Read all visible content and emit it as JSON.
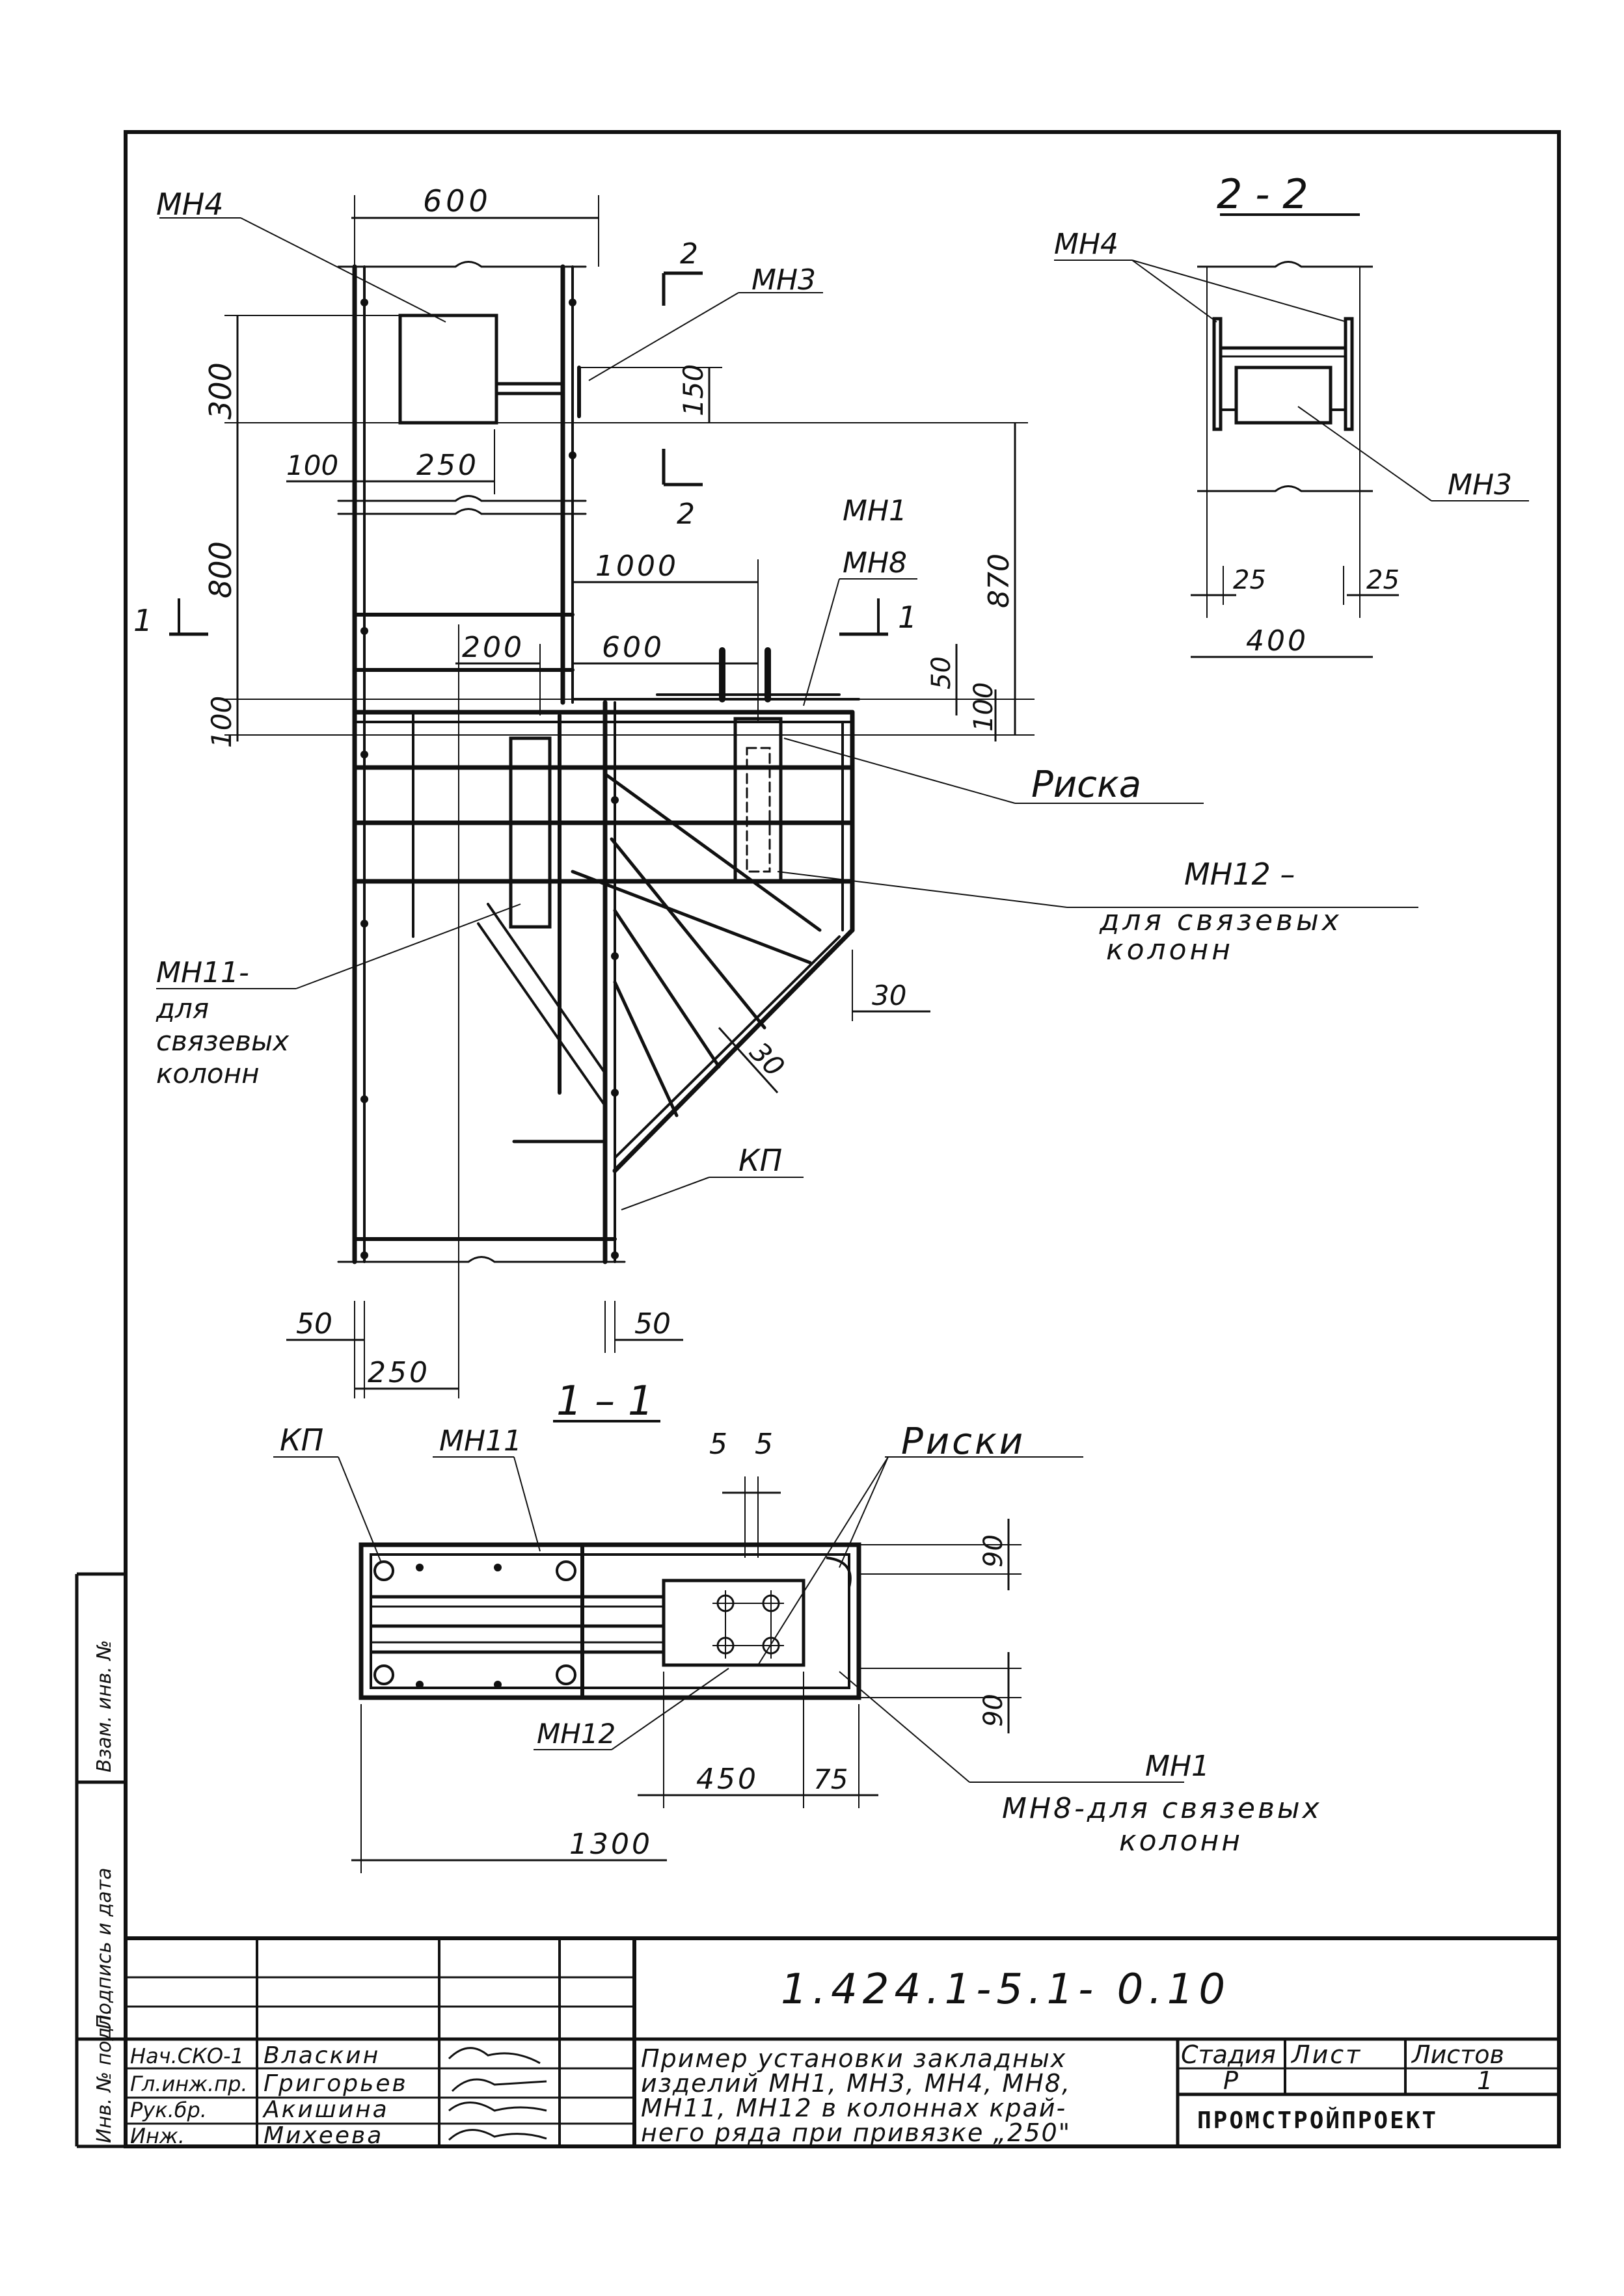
{
  "drawing": {
    "labels": {
      "mn4_top": "МН4",
      "mn3_top": "МН3",
      "mn1": "МН1",
      "mn8": "МН8",
      "riska": "Риска",
      "mn12_note": "МН12 –",
      "mn12_note2": "для связевых",
      "mn12_note3": "колонн",
      "mn11_note": "МН11-",
      "mn11_note2": "для",
      "mn11_note3": "связевых",
      "mn11_note4": "колонн",
      "kp_main": "КП",
      "section_22": "2 - 2",
      "mn4_22": "МН4",
      "mn3_22": "МН3",
      "section_11": "1 – 1",
      "kp_11": "КП",
      "mn11_11": "МН11",
      "riski": "Риски",
      "mn12_11": "МН12",
      "mn1_11": "МН1",
      "mn8_11": "МН8-для связевых",
      "mn8_11b": "колонн",
      "cut_1_left": "1",
      "cut_1_right": "1",
      "cut_2_top": "2",
      "cut_2_bottom": "2"
    },
    "dims": {
      "d600_top": "600",
      "d300": "300",
      "d150": "150",
      "d100_left": "100",
      "d250_top": "250",
      "d800": "800",
      "d870": "870",
      "d1000": "1000",
      "d200": "200",
      "d600_mid": "600",
      "d50_right": "50",
      "d100_right": "100",
      "d100_vert": "100",
      "d30_a": "30",
      "d30_b": "30",
      "d50_bl": "50",
      "d50_br": "50",
      "d250_bottom": "250",
      "d25_l": "25",
      "d25_r": "25",
      "d400": "400",
      "d5_l": "5",
      "d5_r": "5",
      "d90_top": "90",
      "d90_bot": "90",
      "d450": "450",
      "d75": "75",
      "d1300": "1300"
    }
  },
  "side_stamp": {
    "col1": "Взам. инв. №",
    "col2": "Подпись и дата",
    "col3": "Инв. № подл."
  },
  "title_block": {
    "doc_code": "1.424.1-5.1- 0.10",
    "title_lines": [
      "Пример установки закладных",
      "изделий МН1, МН3, МН4, МН8,",
      "МН11, МН12 в колоннах край-",
      "него ряда при привязке „250\""
    ],
    "stage_header": "Стадия",
    "sheet_header": "Лист",
    "sheets_header": "Листов",
    "stage": "Р",
    "sheet": "",
    "sheets": "1",
    "org": "ПРОМСТРОЙПРОЕКТ",
    "signers": [
      {
        "role": "Нач.СКО-1",
        "name": "Власкин"
      },
      {
        "role": "Гл.инж.пр.",
        "name": "Григорьев"
      },
      {
        "role": "Рук.бр.",
        "name": "Акишина"
      },
      {
        "role": "Инж.",
        "name": "Михеева"
      }
    ]
  }
}
